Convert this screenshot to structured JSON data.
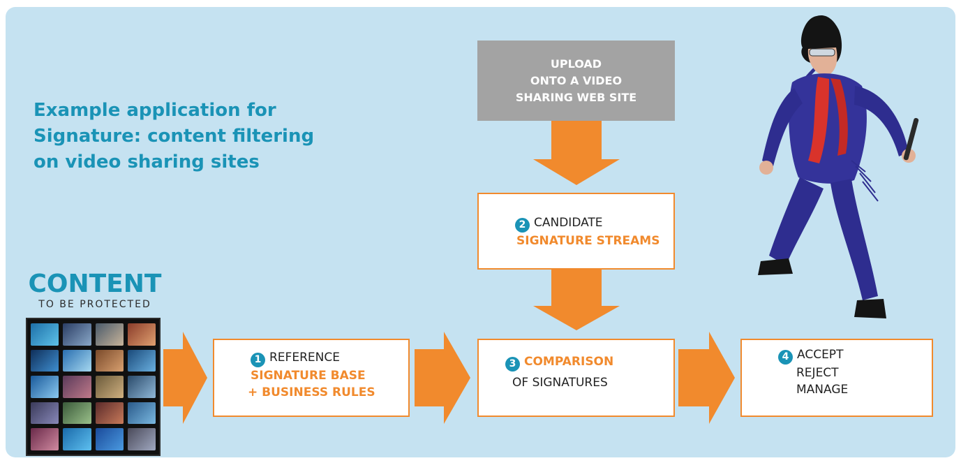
{
  "title": "Example application for Signature: content filtering on video sharing sites",
  "content": {
    "title": "CONTENT",
    "subtitle": "TO BE PROTECTED"
  },
  "upload": {
    "lines": [
      "UPLOAD",
      "ONTO A VIDEO",
      "SHARING WEB SITE"
    ]
  },
  "steps": [
    {
      "number": "1",
      "line1": "REFERENCE",
      "line2": "SIGNATURE BASE",
      "line3": "+ BUSINESS RULES"
    },
    {
      "number": "2",
      "line1": "CANDIDATE",
      "line2": "SIGNATURE STREAMS"
    },
    {
      "number": "3",
      "line1": "COMPARISON",
      "line2": "OF SIGNATURES"
    },
    {
      "number": "4",
      "line1": "ACCEPT",
      "line2": "REJECT",
      "line3": "MANAGE"
    }
  ],
  "colors": {
    "panel": "#c5e2f1",
    "accent_blue": "#1a93b6",
    "orange": "#f18a2d",
    "grey_box": "#a3a3a3"
  }
}
